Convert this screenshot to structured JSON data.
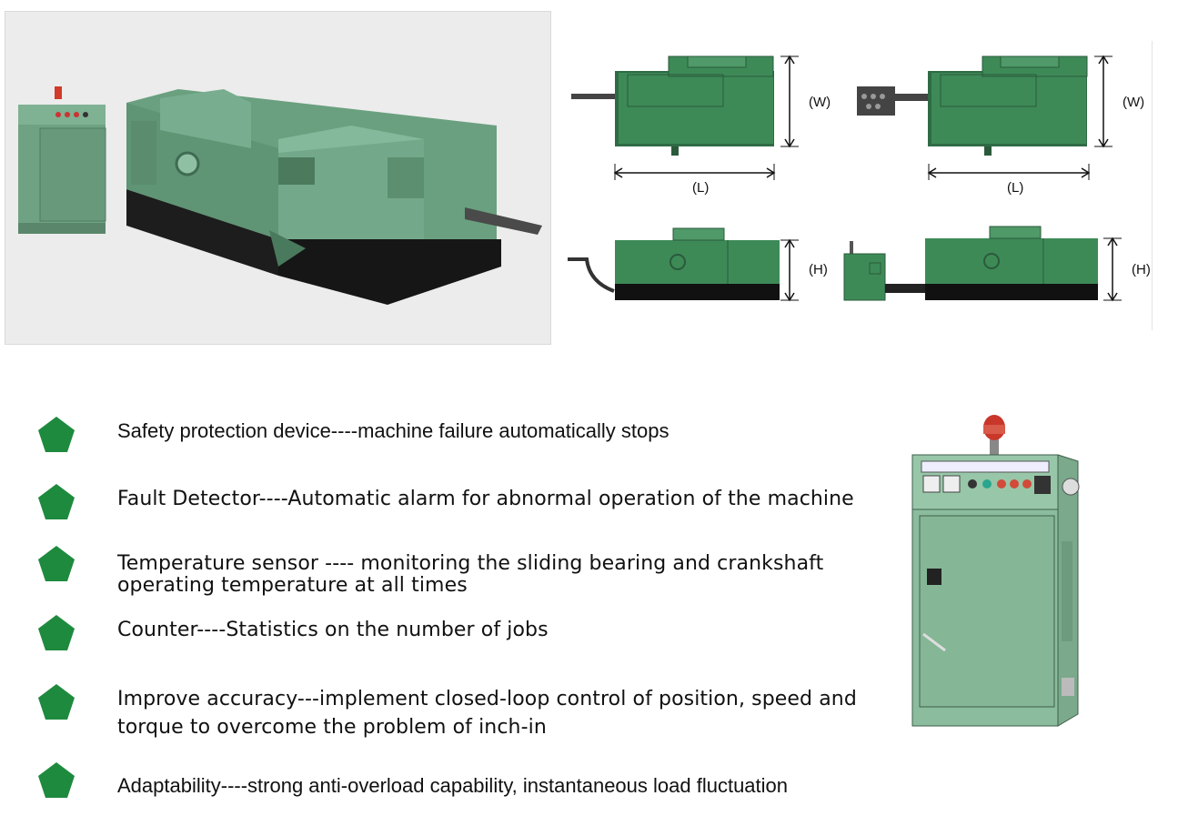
{
  "dimensions": {
    "width_label": "(W)",
    "length_label": "(L)",
    "height_label": "(H)"
  },
  "colors": {
    "machine_green": "#6f9f82",
    "machine_dark": "#1b1b1b",
    "bullet_green": "#1e8a3e"
  },
  "features": [
    {
      "text": "Safety protection device----machine failure automatically stops"
    },
    {
      "text": "Fault Detector----Automatic alarm for abnormal operation of the machine"
    },
    {
      "line1": "Temperature sensor ---- monitoring the sliding bearing and crankshaft",
      "line2": "operating temperature at all times"
    },
    {
      "text": "Counter----Statistics on the number of jobs"
    },
    {
      "line1": "Improve accuracy---implement closed-loop control of position, speed and",
      "line2": "torque to overcome the problem of inch-in"
    },
    {
      "text": "Adaptability----strong anti-overload capability, instantaneous load fluctuation"
    }
  ]
}
